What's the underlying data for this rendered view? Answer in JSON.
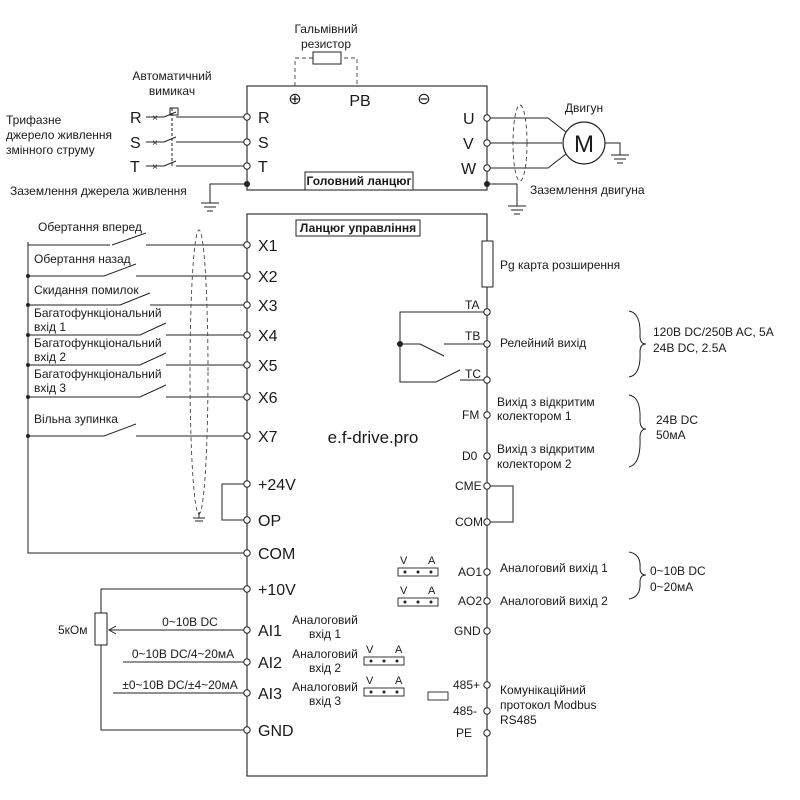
{
  "brake_resistor_label": [
    "Гальмівний",
    "резистор"
  ],
  "breaker_label": [
    "Автоматичний",
    "вимикач"
  ],
  "supply_label": [
    "Трифазне",
    "джерело живлення",
    "змінного струму"
  ],
  "motor_label": "Двигун",
  "motor_symbol": "M",
  "supply_ground_label": "Заземлення джерела живлення",
  "motor_ground_label": "Заземлення двигуна",
  "main_circuit_title": "Головний ланцюг",
  "control_circuit_title": "Ланцюг управління",
  "brake_terminals": {
    "plus": "⊕",
    "pb": "PB",
    "minus": "⊖"
  },
  "supply_phases": [
    "R",
    "S",
    "T"
  ],
  "input_terminals": [
    "R",
    "S",
    "T"
  ],
  "output_terminals": [
    "U",
    "V",
    "W"
  ],
  "digital_inputs": [
    {
      "terminal": "X1",
      "label": [
        "Обертання вперед"
      ]
    },
    {
      "terminal": "X2",
      "label": [
        "Обертання назад"
      ]
    },
    {
      "terminal": "X3",
      "label": [
        "Скидання помилок"
      ]
    },
    {
      "terminal": "X4",
      "label": [
        "Багатофункціональний",
        "вхід 1"
      ]
    },
    {
      "terminal": "X5",
      "label": [
        "Багатофункціональний",
        "вхід 2"
      ]
    },
    {
      "terminal": "X6",
      "label": [
        "Багатофункціональний",
        "вхід 3"
      ]
    },
    {
      "terminal": "X7",
      "label": [
        "Вільна зупинка"
      ]
    }
  ],
  "left_power_terminals": [
    "+24V",
    "OP",
    "COM",
    "+10V"
  ],
  "analog_inputs": [
    {
      "terminal": "AI1",
      "signal": "0~10B DC",
      "label": [
        "Аналоговий",
        "вхід 1"
      ]
    },
    {
      "terminal": "AI2",
      "signal": "0~10B DC/4~20мA",
      "label": [
        "Аналоговий",
        "вхід 2"
      ]
    },
    {
      "terminal": "AI3",
      "signal": "±0~10B DC/±4~20мA",
      "label": [
        "Аналоговий",
        "вхід 3"
      ]
    }
  ],
  "gnd_terminal": "GND",
  "potentiometer_label": "5кОм",
  "website": "e.f-drive.pro",
  "expansion_card": "Pg карта розширення",
  "relay": {
    "terminals": [
      "TA",
      "TB",
      "TC"
    ],
    "label": "Релейний вихід",
    "spec": [
      "120B DC/250B AC, 5A",
      "24B DC, 2.5A"
    ]
  },
  "open_collector": {
    "terminals": [
      "FM",
      "D0"
    ],
    "labels": [
      [
        "Вихід з відкритим",
        "колектором 1"
      ],
      [
        "Вихід з відкритим",
        "колектором 2"
      ]
    ],
    "spec": [
      "24B DC",
      "50мА"
    ]
  },
  "common_terminals": [
    "CME",
    "COM"
  ],
  "analog_outputs": {
    "terminals": [
      "AO1",
      "AO2",
      "GND"
    ],
    "labels": [
      "Аналоговий вихід 1",
      "Аналоговий вихід 2"
    ],
    "spec": [
      "0~10B DC",
      "0~20мА"
    ]
  },
  "jumper_labels": {
    "v": "V",
    "a": "A"
  },
  "comm": {
    "terminals": [
      "485+",
      "485-",
      "PE"
    ],
    "label": [
      "Комунікаційний",
      "протокол Modbus",
      "RS485"
    ]
  }
}
